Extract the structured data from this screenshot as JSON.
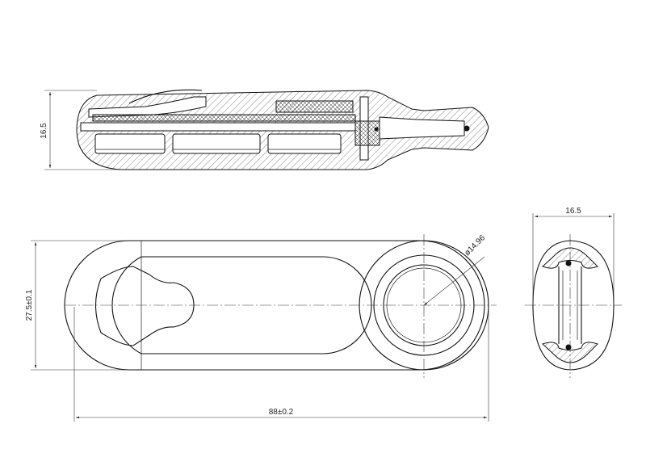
{
  "dimensions": {
    "side_height": "16.5",
    "end_width": "16.5",
    "top_height": "27.5±0.1",
    "overall_length": "88±0.2",
    "bore_diameter": "ø14.96"
  },
  "colors": {
    "line": "#111111",
    "background": "#ffffff"
  }
}
